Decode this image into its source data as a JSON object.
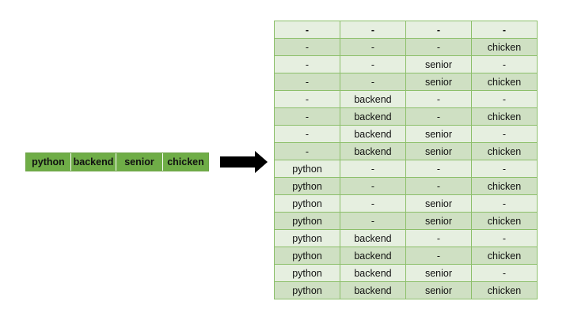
{
  "input_words": [
    "python",
    "backend",
    "senior",
    "chicken"
  ],
  "combinations": [
    [
      "-",
      "-",
      "-",
      "-"
    ],
    [
      "-",
      "-",
      "-",
      "chicken"
    ],
    [
      "-",
      "-",
      "senior",
      "-"
    ],
    [
      "-",
      "-",
      "senior",
      "chicken"
    ],
    [
      "-",
      "backend",
      "-",
      "-"
    ],
    [
      "-",
      "backend",
      "-",
      "chicken"
    ],
    [
      "-",
      "backend",
      "senior",
      "-"
    ],
    [
      "-",
      "backend",
      "senior",
      "chicken"
    ],
    [
      "python",
      "-",
      "-",
      "-"
    ],
    [
      "python",
      "-",
      "-",
      "chicken"
    ],
    [
      "python",
      "-",
      "senior",
      "-"
    ],
    [
      "python",
      "-",
      "senior",
      "chicken"
    ],
    [
      "python",
      "backend",
      "-",
      "-"
    ],
    [
      "python",
      "backend",
      "-",
      "chicken"
    ],
    [
      "python",
      "backend",
      "senior",
      "-"
    ],
    [
      "python",
      "backend",
      "senior",
      "chicken"
    ]
  ],
  "colors": {
    "input_fill": "#6fad47",
    "row_light": "#e6efe0",
    "row_dark": "#cfe0c3",
    "grid_line": "#8cbf6a",
    "arrow": "#000000"
  }
}
